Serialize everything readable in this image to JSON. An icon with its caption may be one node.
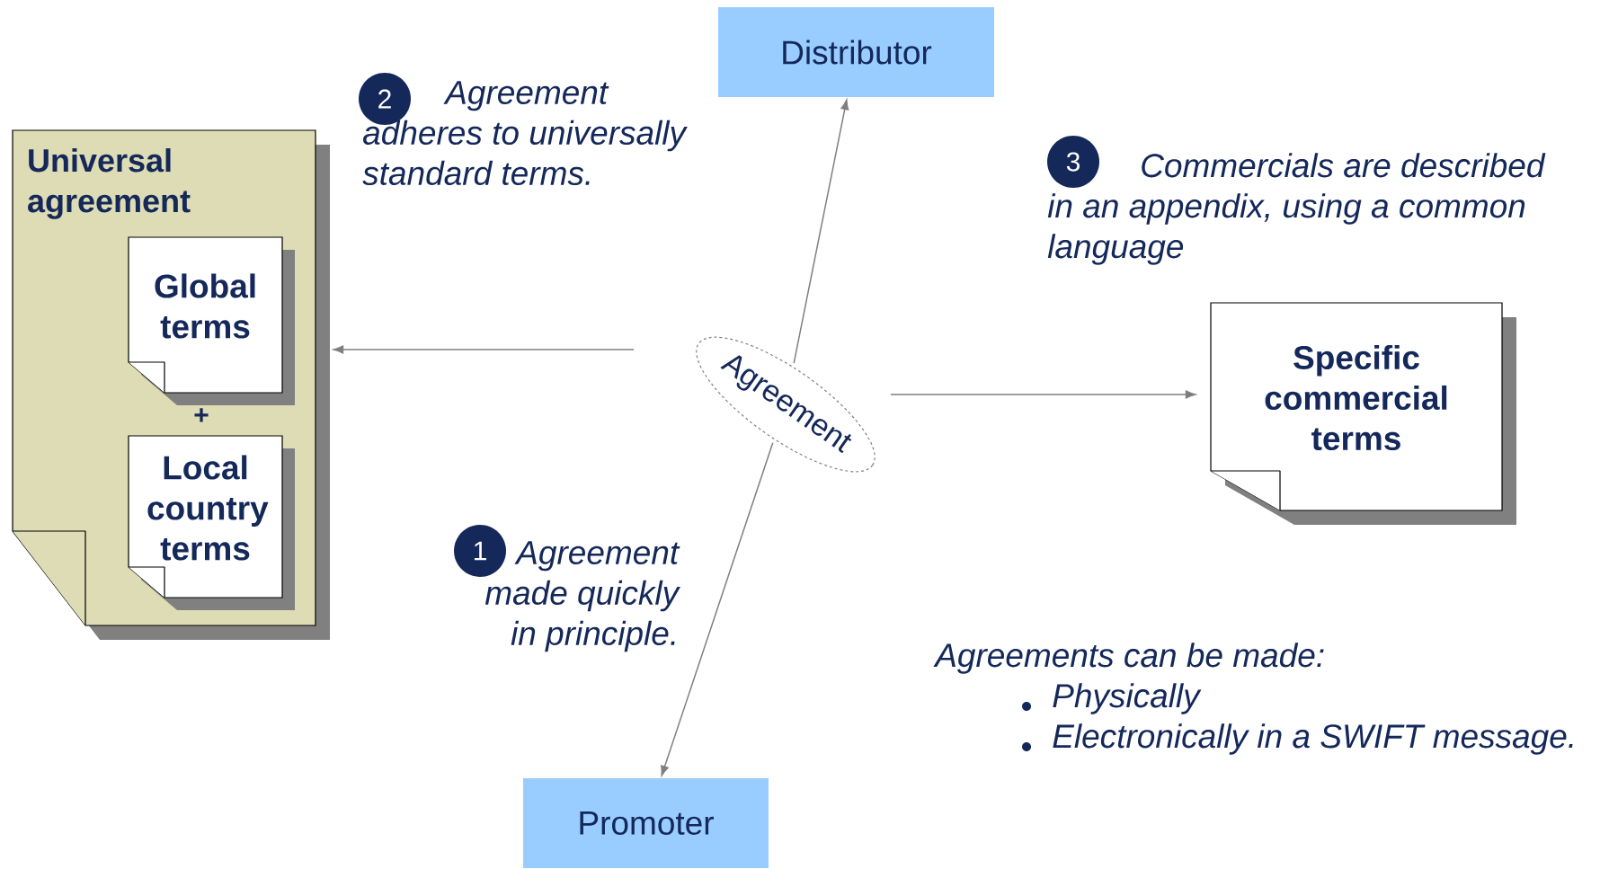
{
  "diagram": {
    "nodes": [
      {
        "text": [
          "Distributor"
        ]
      },
      {
        "text": [
          "Universal agreement"
        ]
      },
      {
        "text": [
          "Global terms"
        ],
        "in": 1
      },
      {
        "text": [
          "Local country terms"
        ],
        "in": 1
      },
      {
        "text": [
          "Agreement"
        ]
      },
      {
        "text": [
          "Specific commercial terms"
        ]
      },
      {
        "text": [
          "Promoter"
        ]
      }
    ],
    "edges": [
      {
        "from": 4,
        "to": 0,
        "arrow": "to"
      },
      {
        "from": 4,
        "to": 6,
        "arrow": "to"
      },
      {
        "from": 4,
        "to": 1,
        "arrow": "to"
      },
      {
        "from": 4,
        "to": 5,
        "arrow": "to"
      }
    ],
    "labels": [
      "2",
      "Agreement adheres to universally standard terms.",
      "3",
      "Commercials are described in an appendix, using a common language",
      "+",
      "1",
      "Agreement made quickly in principle.",
      "Agreements can be made:",
      "Physically",
      "Electronically in a SWIFT message."
    ]
  }
}
